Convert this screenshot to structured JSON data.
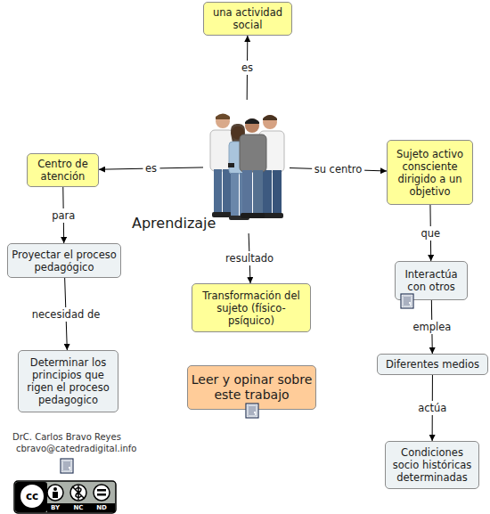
{
  "diagram": {
    "nodes": [
      {
        "text": [
          "una actividad social"
        ]
      },
      {
        "text": [
          "Centro de atención"
        ]
      },
      {
        "text": [
          "Aprendizaje"
        ]
      },
      {
        "text": [
          "Sujeto activo consciente dirigido a un objetivo"
        ]
      },
      {
        "text": [
          "Proyectar el proceso pedagógico"
        ]
      },
      {
        "text": [
          "Interactúa con otros"
        ]
      },
      {
        "text": [
          "Transformación del sujeto (físico-psíquico)"
        ]
      },
      {
        "text": [
          "Determinar los principios que rigen el proceso pedagogico"
        ]
      },
      {
        "text": [
          "Diferentes medios"
        ]
      },
      {
        "text": [
          "Leer y opinar sobre este trabajo"
        ]
      },
      {
        "text": [
          "Condiciones socio históricas determinadas"
        ]
      }
    ],
    "edges": [
      {
        "from": 2,
        "to": 0,
        "label": "es",
        "arrow": "to"
      },
      {
        "from": 2,
        "to": 1,
        "label": "es",
        "arrow": "to"
      },
      {
        "from": 2,
        "to": 3,
        "label": "su centro",
        "arrow": "to"
      },
      {
        "from": 2,
        "to": 6,
        "label": "resultado",
        "arrow": "to"
      },
      {
        "from": 1,
        "to": 4,
        "label": "para",
        "arrow": "to"
      },
      {
        "from": 4,
        "to": 7,
        "label": "necesidad de",
        "arrow": "to"
      },
      {
        "from": 3,
        "to": 5,
        "label": "que",
        "arrow": "to"
      },
      {
        "from": 5,
        "to": 8,
        "label": "emplea",
        "arrow": "to"
      },
      {
        "from": 8,
        "to": 10,
        "label": "actúa",
        "arrow": "to"
      }
    ],
    "labels": [
      "DrC. Carlos Bravo Reyes",
      "cbravo@catedradigital.info",
      "cc",
      "BY",
      "NC",
      "ND"
    ]
  }
}
